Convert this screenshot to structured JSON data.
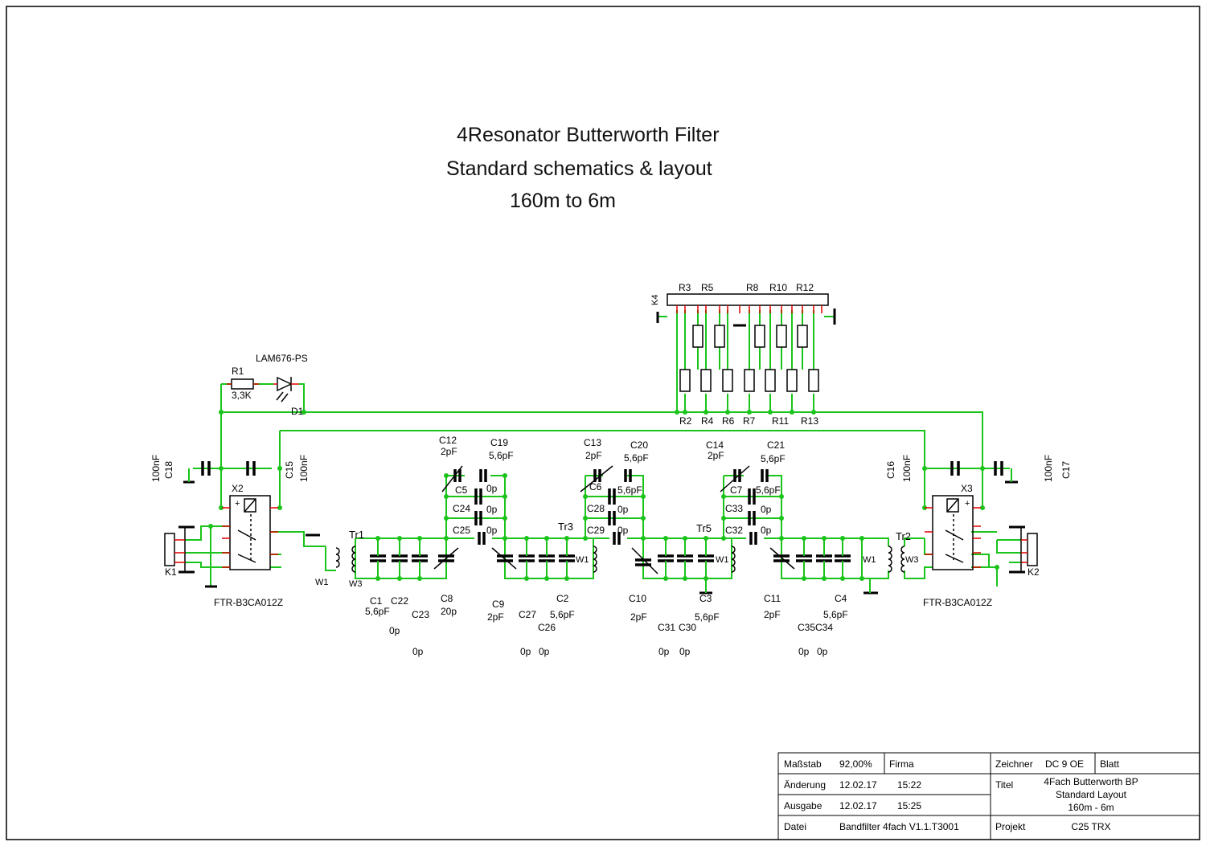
{
  "header": {
    "title_line1": "4Resonator Butterworth Filter",
    "title_line2": "Standard schematics & layout",
    "title_line3": "160m to 6m"
  },
  "components": {
    "led_part": "LAM676-PS",
    "r1": "R1",
    "r1_value": "3,3K",
    "d1": "D1",
    "k4": "K4",
    "r_top": [
      "R3",
      "R5",
      "R8",
      "R10",
      "R12"
    ],
    "r_bottom": [
      "R2",
      "R4",
      "R6",
      "R7",
      "R11",
      "R13"
    ],
    "c18": "C18",
    "c18_value": "100nF",
    "c15": "C15",
    "c15_value": "100nF",
    "c16": "C16",
    "c16_value": "100nF",
    "c17": "C17",
    "c17_value": "100nF",
    "x2": "X2",
    "x3": "X3",
    "k1": "K1",
    "k2": "K2",
    "relay_part_left": "FTR-B3CA012Z",
    "relay_part_right": "FTR-B3CA012Z",
    "tr1": "Tr1",
    "tr2": "Tr2",
    "tr3": "Tr3",
    "tr5": "Tr5",
    "w1": "W1",
    "w3": "W3",
    "c12": "C12",
    "c12_value": "2pF",
    "c19": "C19",
    "c19_value": "5,6pF",
    "c5": "C5",
    "c24": "C24",
    "c25": "C25",
    "c13": "C13",
    "c13_value": "2pF",
    "c20": "C20",
    "c20_value": "5,6pF",
    "c6": "C6",
    "c28": "C28",
    "c29": "C29",
    "c14": "C14",
    "c14_value": "2pF",
    "c21": "C21",
    "c21_value": "5,6pF",
    "c7": "C7",
    "c33": "C33",
    "c32": "C32",
    "c7_value": "5,6pF",
    "c5_value": "0p",
    "c24_value": "0p",
    "c25_value": "0p",
    "c6_value": "5,6pF",
    "c28_value": "0p",
    "c29_value": "0p",
    "c33_value": "0p",
    "c32_value": "0p",
    "c1": "C1",
    "c1_value": "5,6pF",
    "c22": "C22",
    "c22_value": "0p",
    "c23": "C23",
    "c23_value": "0p",
    "c8": "C8",
    "c8_value": "20p",
    "c9": "C9",
    "c9_value": "2pF",
    "c27": "C27",
    "c27_value": "0p",
    "c26": "C26",
    "c26_value": "0p",
    "c2": "C2",
    "c2_value": "5,6pF",
    "c10": "C10",
    "c10_value": "2pF",
    "c31": "C31",
    "c31_value": "0p",
    "c30": "C30",
    "c30_value": "0p",
    "c3": "C3",
    "c3_value": "5,6pF",
    "c11": "C11",
    "c11_value": "2pF",
    "c35": "C35",
    "c35_value": "0p",
    "c34": "C34",
    "c34_value": "0p",
    "c4": "C4",
    "c4_value": "5,6pF"
  },
  "title_block": {
    "massstab_label": "Maßstab",
    "massstab_value": "92,00%",
    "firma_label": "Firma",
    "zeichner_label": "Zeichner",
    "zeichner_value": "DC 9 OE",
    "blatt_label": "Blatt",
    "aenderung_label": "Änderung",
    "aenderung_date": "12.02.17",
    "aenderung_time": "15:22",
    "titel_label": "Titel",
    "titel_line1": "4Fach Butterworth BP",
    "titel_line2": "Standard Layout",
    "titel_line3": "160m - 6m",
    "ausgabe_label": "Ausgabe",
    "ausgabe_date": "12.02.17",
    "ausgabe_time": "15:25",
    "datei_label": "Datei",
    "datei_value": "Bandfilter 4fach V1.1.T3001",
    "projekt_label": "Projekt",
    "projekt_value": "C25 TRX"
  }
}
